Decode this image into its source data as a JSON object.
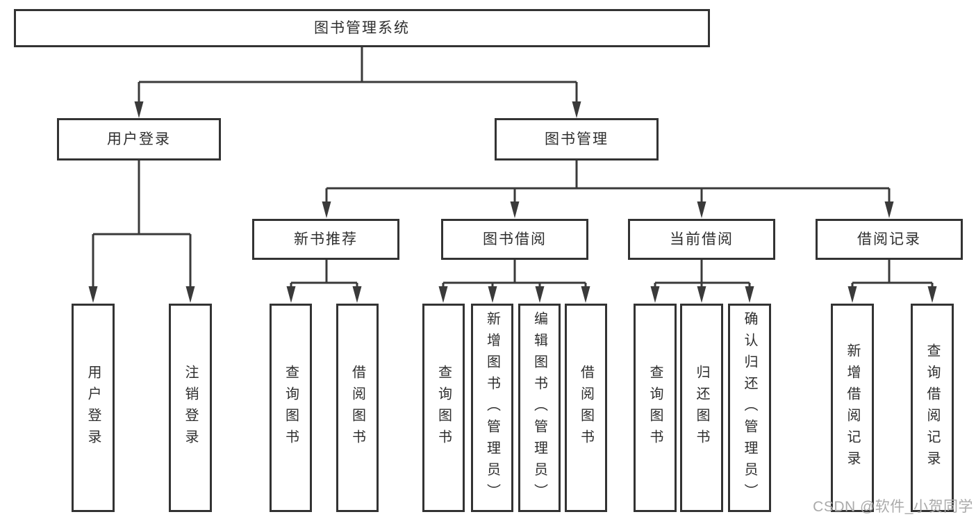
{
  "colors": {
    "line": "#3a3a3a",
    "box_border": "#333333",
    "text": "#2e2e2e",
    "background": "#ffffff",
    "watermark": "#aaaaaa"
  },
  "watermark": "CSDN @软件_小贺同学",
  "tree": {
    "label": "图书管理系统",
    "children": [
      {
        "label": "用户登录",
        "children": [
          {
            "label": "用户登录"
          },
          {
            "label": "注销登录"
          }
        ]
      },
      {
        "label": "图书管理",
        "children": [
          {
            "label": "新书推荐",
            "children": [
              {
                "label": "查询图书"
              },
              {
                "label": "借阅图书"
              }
            ]
          },
          {
            "label": "图书借阅",
            "children": [
              {
                "label": "查询图书"
              },
              {
                "label": "新增图书（管理员）"
              },
              {
                "label": "编辑图书（管理员）"
              },
              {
                "label": "借阅图书"
              }
            ]
          },
          {
            "label": "当前借阅",
            "children": [
              {
                "label": "查询图书"
              },
              {
                "label": "归还图书"
              },
              {
                "label": "确认归还（管理员）"
              }
            ]
          },
          {
            "label": "借阅记录",
            "children": [
              {
                "label": "新增借阅记录"
              },
              {
                "label": "查询借阅记录"
              }
            ]
          }
        ]
      }
    ]
  }
}
